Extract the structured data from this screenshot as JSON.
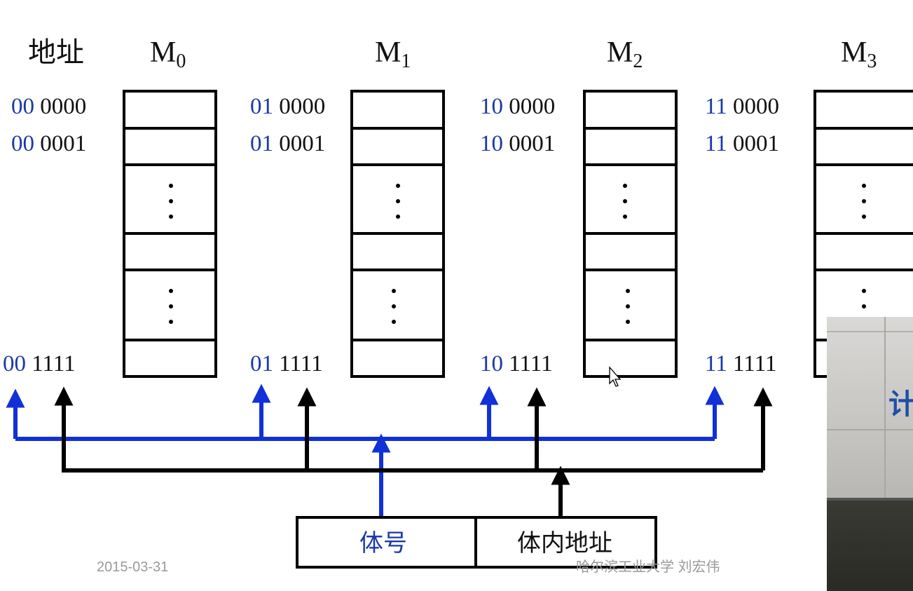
{
  "address_header": "地址",
  "banks": [
    {
      "name": "M",
      "sub": "0",
      "rows": [
        {
          "prefix": "00",
          "suffix": "0000"
        },
        {
          "prefix": "00",
          "suffix": "0001"
        },
        {
          "prefix": "00",
          "suffix": "1111"
        }
      ]
    },
    {
      "name": "M",
      "sub": "1",
      "rows": [
        {
          "prefix": "01",
          "suffix": "0000"
        },
        {
          "prefix": "01",
          "suffix": "0001"
        },
        {
          "prefix": "01",
          "suffix": "1111"
        }
      ]
    },
    {
      "name": "M",
      "sub": "2",
      "rows": [
        {
          "prefix": "10",
          "suffix": "0000"
        },
        {
          "prefix": "10",
          "suffix": "0001"
        },
        {
          "prefix": "10",
          "suffix": "1111"
        }
      ]
    },
    {
      "name": "M",
      "sub": "3",
      "rows": [
        {
          "prefix": "11",
          "suffix": "0000"
        },
        {
          "prefix": "11",
          "suffix": "0001"
        },
        {
          "prefix": "11",
          "suffix": "1111"
        }
      ]
    }
  ],
  "address_register": {
    "bank_field": "体号",
    "offset_field": "体内地址"
  },
  "footer": {
    "date": "2015-03-31",
    "author": "哈尔滨工业大学  刘宏伟"
  },
  "webcam": {
    "sign_fragment": "计"
  },
  "colors": {
    "bank_bits": "#1a3aa6",
    "bank_bus": "#1030d8",
    "offset_bus": "#000000",
    "text": "#111111",
    "footer": "#9a9a9a"
  }
}
